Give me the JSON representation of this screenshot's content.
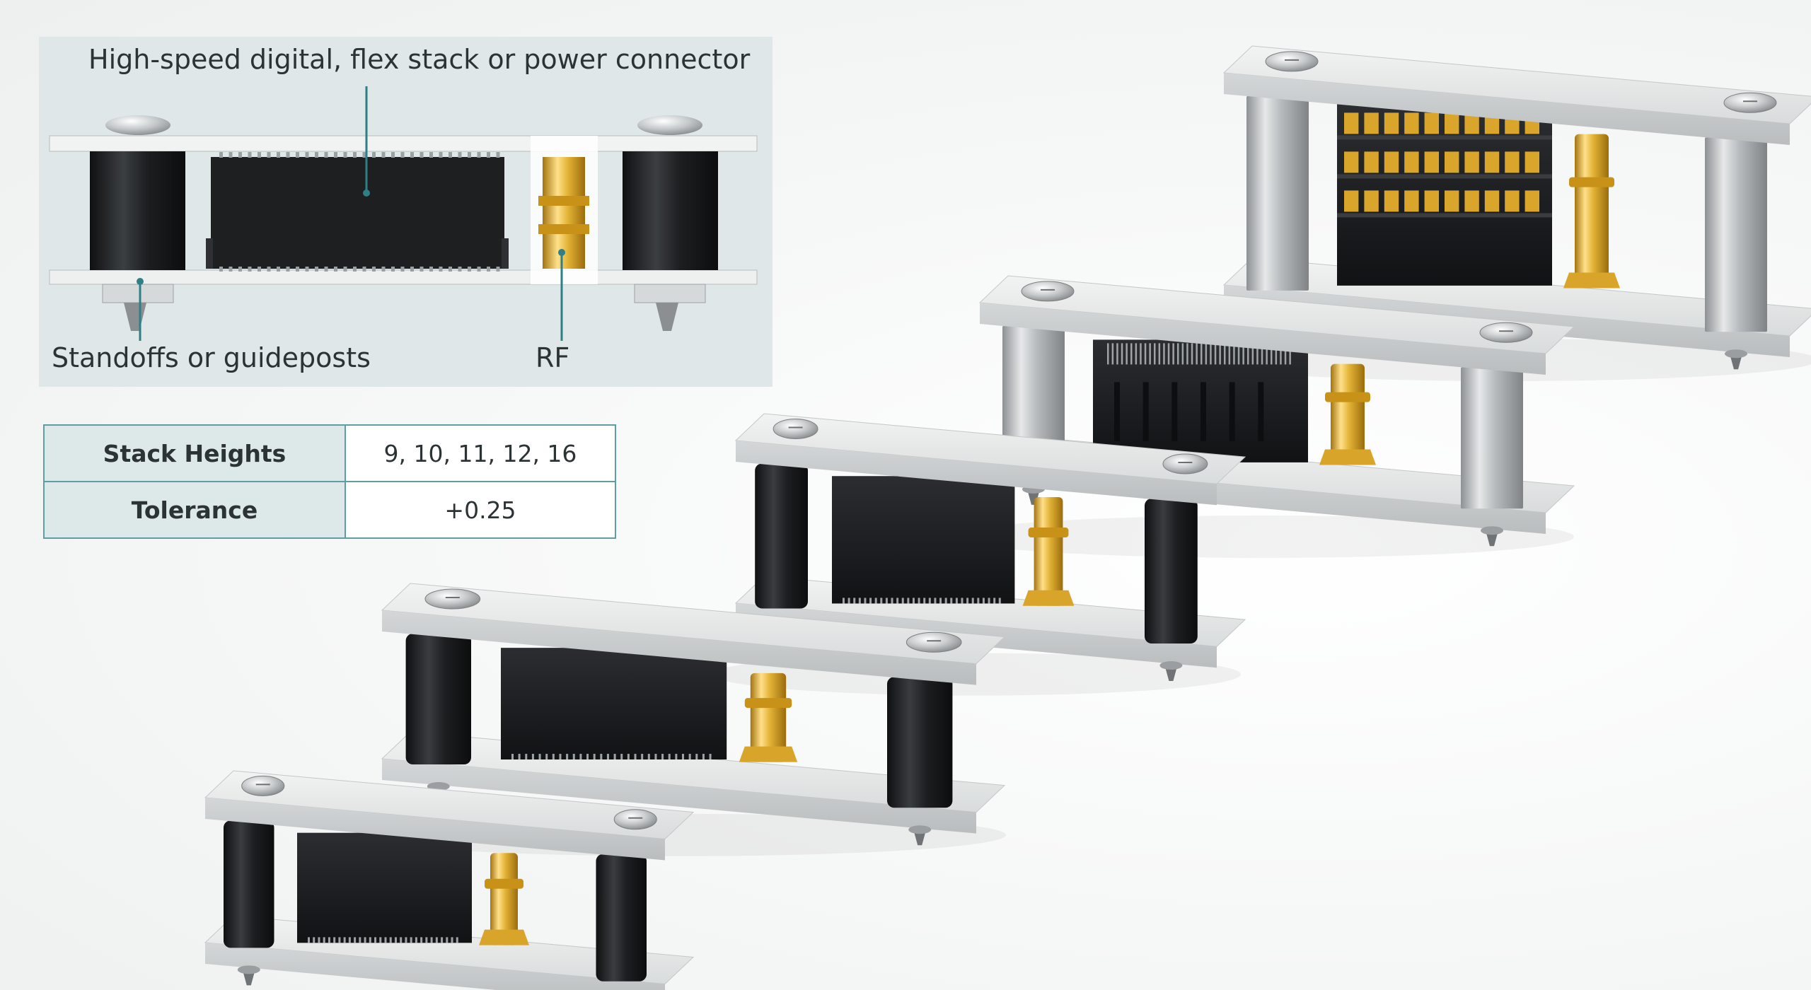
{
  "callouts": {
    "connector": "High-speed digital, flex stack or power connector",
    "standoffs": "Standoffs or guideposts",
    "rf": "RF"
  },
  "spec_table": [
    {
      "label": "Stack Heights",
      "value": "9, 10, 11, 12, 16"
    },
    {
      "label": "Tolerance",
      "value": "+0.25"
    }
  ],
  "colors": {
    "panel_bg": "#dfe7e8",
    "table_border": "#5e9ea3",
    "table_header_bg": "#dde8e9",
    "board": "#e2e4e4",
    "standoff_black": "#1c1e20",
    "standoff_silver": "#b8bcbe",
    "connector_black": "#202224",
    "rf_gold": "#e2b235"
  },
  "icons": {
    "screw": "screw-head-icon",
    "leader_dot": "leader-dot-icon"
  },
  "assemblies": [
    {
      "id": "assembly-16mm",
      "standoff_type": "silver",
      "connector_type": "dual-row-header"
    },
    {
      "id": "assembly-12mm",
      "standoff_type": "silver",
      "connector_type": "fine-pitch-mezzanine"
    },
    {
      "id": "assembly-11mm",
      "standoff_type": "black",
      "connector_type": "power-block"
    },
    {
      "id": "assembly-10mm",
      "standoff_type": "black",
      "connector_type": "high-speed-digital"
    },
    {
      "id": "assembly-9mm",
      "standoff_type": "black",
      "connector_type": "flex-stack"
    }
  ]
}
